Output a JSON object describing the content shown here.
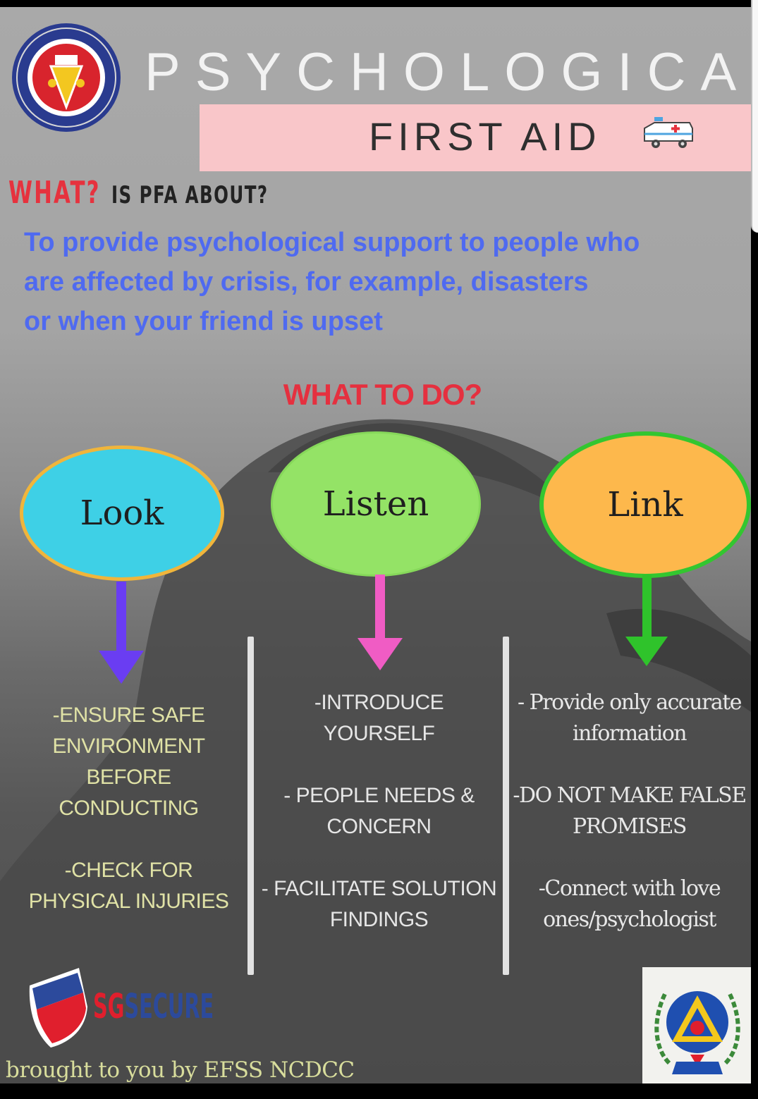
{
  "header": {
    "title": "PSYCHOLOGICAL",
    "banner_text": "FIRST AID"
  },
  "question": {
    "what": "WHAT?",
    "rest": "IS PFA ABOUT?"
  },
  "intro_lines": [
    "To provide psychological support to people who",
    "are affected by crisis, for example, disasters",
    "or when your friend is upset"
  ],
  "section_title": "WHAT TO DO?",
  "steps": [
    {
      "label": "Look",
      "arrow_color": "#6a3df2",
      "items": [
        "-ENSURE SAFE ENVIRONMENT BEFORE CONDUCTING",
        "-CHECK FOR PHYSICAL INJURIES"
      ]
    },
    {
      "label": "Listen",
      "arrow_color": "#f05cc4",
      "items": [
        "-INTRODUCE YOURSELF",
        "- PEOPLE NEEDS & CONCERN",
        "- FACILITATE SOLUTION FINDINGS"
      ]
    },
    {
      "label": "Link",
      "arrow_color": "#2fc32b",
      "items": [
        "- Provide only accurate information",
        "-DO NOT MAKE FALSE PROMISES",
        "-Connect with love ones/psychologist"
      ]
    }
  ],
  "sgsecure": {
    "sg": "SG",
    "secure": "SECURE"
  },
  "credit": "brought to you by EFSS NCDCC",
  "colors": {
    "title": "#f2f2f2",
    "banner": "#f9c6c9",
    "what_red": "#e6323e",
    "intro_blue": "#4f6af0",
    "look_fill": "#3ed0e6",
    "listen_fill": "#94e366",
    "link_fill": "#fdb84c"
  },
  "icons": [
    "society-logo-icon",
    "ambulance-icon",
    "sgsecure-shield-icon",
    "civil-defence-emblem-icon"
  ]
}
